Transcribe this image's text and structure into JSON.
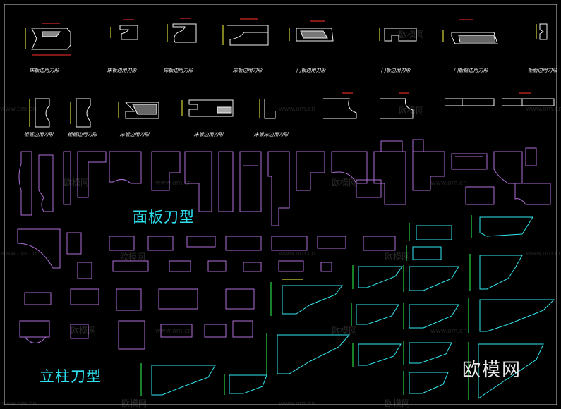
{
  "colors": {
    "background": "#000000",
    "frame": "#cfcfcf",
    "line_white": "#f2f2f2",
    "dim_red": "#ff3030",
    "dim_yellow": "#ffff40",
    "purple": "#b070d8",
    "cyan": "#30e8f0",
    "green": "#30ff50",
    "section_title": "#2ce0f0"
  },
  "row1_labels": [
    "床板边用刀形",
    "床板边用刀形",
    "床板边用刀形",
    "床板边用刀形",
    "门板边用刀形",
    "门板边用刀形",
    "门板框边用刀形",
    "柜面边用刀形"
  ],
  "row2_labels": [
    "柜框边用刀形",
    "柜框边用刀形",
    "床板边用刀形",
    "床板边用刀形",
    "床板床边用刀形"
  ],
  "section_titles": {
    "panel": "面板刀型",
    "post": "立柱刀型"
  },
  "watermark": {
    "brand": "欧模网",
    "url": "www.om.cn"
  }
}
